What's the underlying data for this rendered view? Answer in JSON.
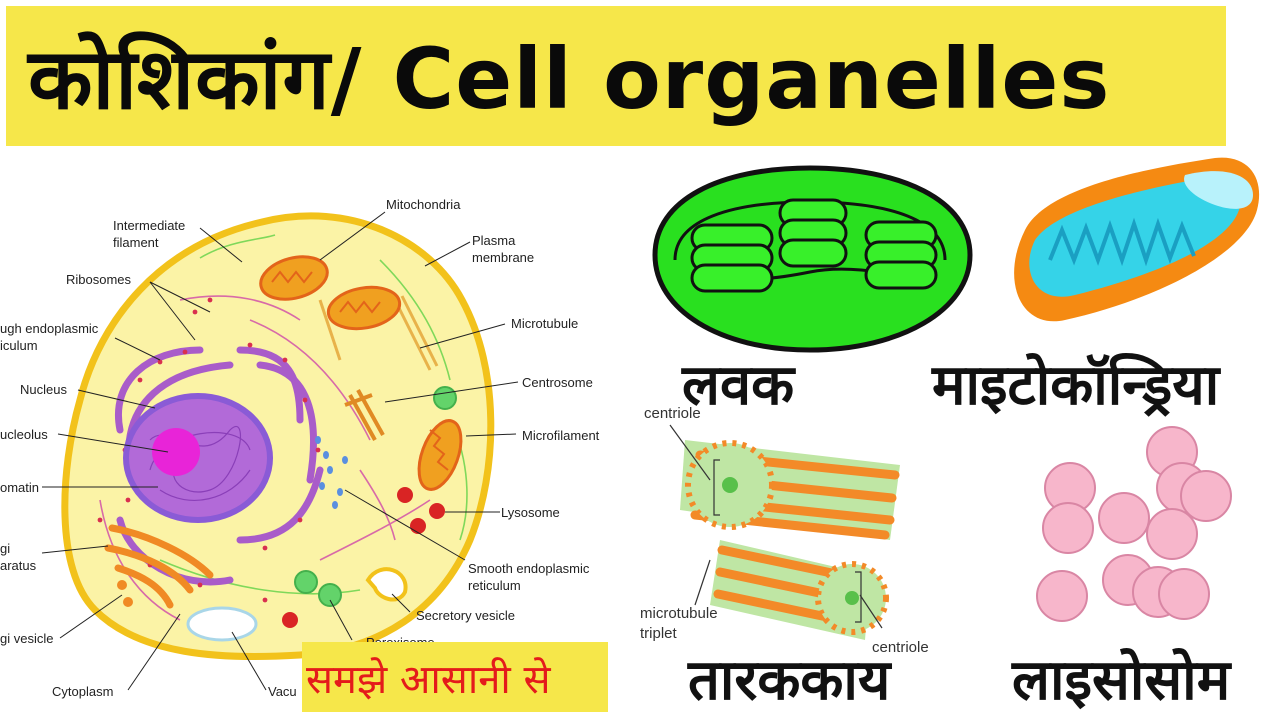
{
  "banner": {
    "title": "कोशिकांग/ Cell organelles"
  },
  "cell_diagram": {
    "labels": {
      "intermediate_filament": "Intermediate\nfilament",
      "mitochondria": "Mitochondria",
      "plasma_membrane": "Plasma\nmembrane",
      "ribosomes": "Ribosomes",
      "rough_er": "ugh endoplasmic\niculum",
      "microtubule": "Microtubule",
      "nucleus": "Nucleus",
      "centrosome": "Centrosome",
      "nucleolus": "ucleolus",
      "microfilament": "Microfilament",
      "chromatin": "omatin",
      "lysosome": "Lysosome",
      "golgi_apparatus": "gi\naratus",
      "smooth_er": "Smooth endoplasmic\nreticulum",
      "secretory_vesicle": "Secretory vesicle",
      "golgi_vesicle": "gi vesicle",
      "peroxisome": "Peroxisome",
      "cytoplasm": "Cytoplasm",
      "vacuole": "Vacu"
    },
    "tagline": "समझे आसानी से"
  },
  "organelles": {
    "plastid_name": "लवक",
    "mitochondria_name": "माइटोकॉन्ड्रिया",
    "centrosome_name": "तारककाय",
    "lysosome_name": "लाइसोसोम",
    "centriole_label_top": "centriole",
    "centriole_label_bottom": "centriole",
    "microtubule_triplet_label": "microtubule\ntriplet"
  },
  "colors": {
    "banner": "#f6e74a",
    "tagline_text": "#e41b1b",
    "cytoplasm": "#fbf3a6",
    "cell_border": "#f2c21b",
    "plastid": "#29e01f",
    "mito_outer": "#f58a12",
    "mito_inner": "#35d3e8",
    "lysosome": "#f7b6cb"
  }
}
